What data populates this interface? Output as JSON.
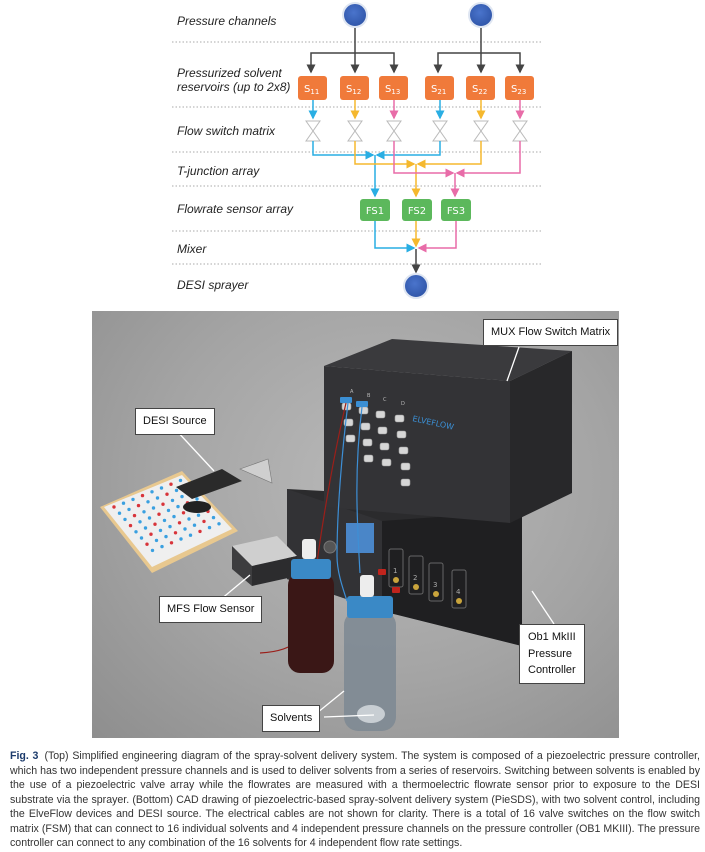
{
  "diagram": {
    "rows": [
      {
        "id": "pressure",
        "label": "Pressure channels"
      },
      {
        "id": "reservoirs",
        "label_line1": "Pressurized solvent",
        "label_line2": "reservoirs (up to 2x8)"
      },
      {
        "id": "switch",
        "label": "Flow switch matrix"
      },
      {
        "id": "tjunction",
        "label": "T-junction array"
      },
      {
        "id": "sensors",
        "label": "Flowrate sensor array"
      },
      {
        "id": "mixer",
        "label": "Mixer"
      },
      {
        "id": "sprayer",
        "label": "DESI sprayer"
      }
    ],
    "reservoirs": [
      {
        "base": "S",
        "sub": "11"
      },
      {
        "base": "S",
        "sub": "12"
      },
      {
        "base": "S",
        "sub": "13"
      },
      {
        "base": "S",
        "sub": "21"
      },
      {
        "base": "S",
        "sub": "22"
      },
      {
        "base": "S",
        "sub": "23"
      }
    ],
    "sensors": [
      "FS1",
      "FS2",
      "FS3"
    ],
    "colors": {
      "node_blue": "#3a62b8",
      "reservoir_orange": "#f07a3a",
      "sensor_green": "#5cb85c",
      "line_cyan": "#29aee3",
      "line_yellow": "#f5b82e",
      "line_pink": "#e86ca8",
      "line_dark": "#444444"
    }
  },
  "render": {
    "callouts": {
      "mux": "MUX Flow Switch Matrix",
      "desi": "DESI Source",
      "mfs": "MFS Flow Sensor",
      "ob1_line1": "Ob1 MkIII",
      "ob1_line2": "Pressure",
      "ob1_line3": "Controller",
      "solvents": "Solvents"
    },
    "brand": "ELVEFLOW",
    "port_labels": [
      "A",
      "B",
      "C",
      "D"
    ],
    "channel_labels": [
      "1",
      "2",
      "3",
      "4"
    ]
  },
  "caption": {
    "fig_label": "Fig. 3",
    "text": "(Top) Simplified engineering diagram of the spray-solvent delivery system. The system is composed of a piezoelectric pressure controller, which has two independent pressure channels and is used to deliver solvents from a series of reservoirs. Switching between solvents is enabled by the use of a piezoelectric valve array while the flowrates are measured with a thermoelectric flowrate sensor prior to exposure to the DESI substrate via the sprayer. (Bottom) CAD drawing of piezoelectric-based spray-solvent delivery system (PieSDS), with two solvent control, including the ElveFlow devices and DESI source. The electrical cables are not shown for clarity. There is a total of 16 valve switches on the flow switch matrix (FSM) that can connect to 16 individual solvents and 4 independent pressure channels on the pressure controller (OB1 MKIII). The pressure controller can connect to any combination of the 16 solvents for 4 independent flow rate settings."
  }
}
